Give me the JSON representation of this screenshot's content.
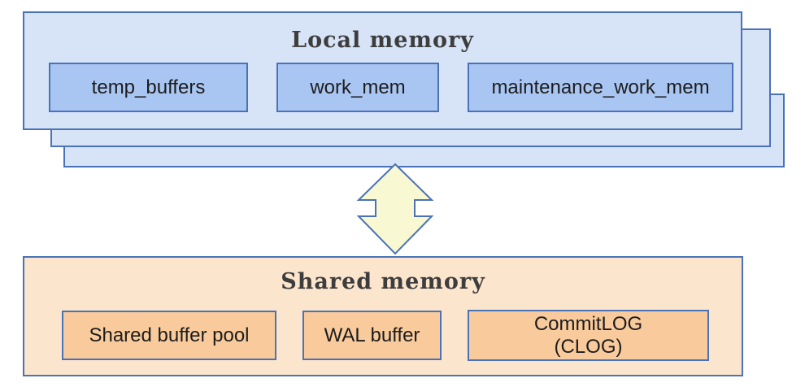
{
  "local_memory": {
    "title": "Local memory",
    "items": [
      {
        "label": "temp_buffers"
      },
      {
        "label": "work_mem"
      },
      {
        "label": "maintenance_work_mem"
      }
    ]
  },
  "connector": {
    "icon": "up-down-double-arrow"
  },
  "shared_memory": {
    "title": "Shared memory",
    "items": [
      {
        "label": "Shared buffer pool"
      },
      {
        "label": "WAL buffer"
      },
      {
        "label": "CommitLOG",
        "label2": "(CLOG)"
      }
    ]
  },
  "colors": {
    "background": "#ffffff",
    "stroke": "#4a72b8",
    "local_fill": "#d7e3f7",
    "local_item_fill": "#a9c6f3",
    "shared_fill": "#fce5cd",
    "shared_item_fill": "#f9cb9c",
    "arrow_fill": "#f8f8d2",
    "title_color": "#3d3d3d",
    "label_color": "#1c1c1c"
  }
}
